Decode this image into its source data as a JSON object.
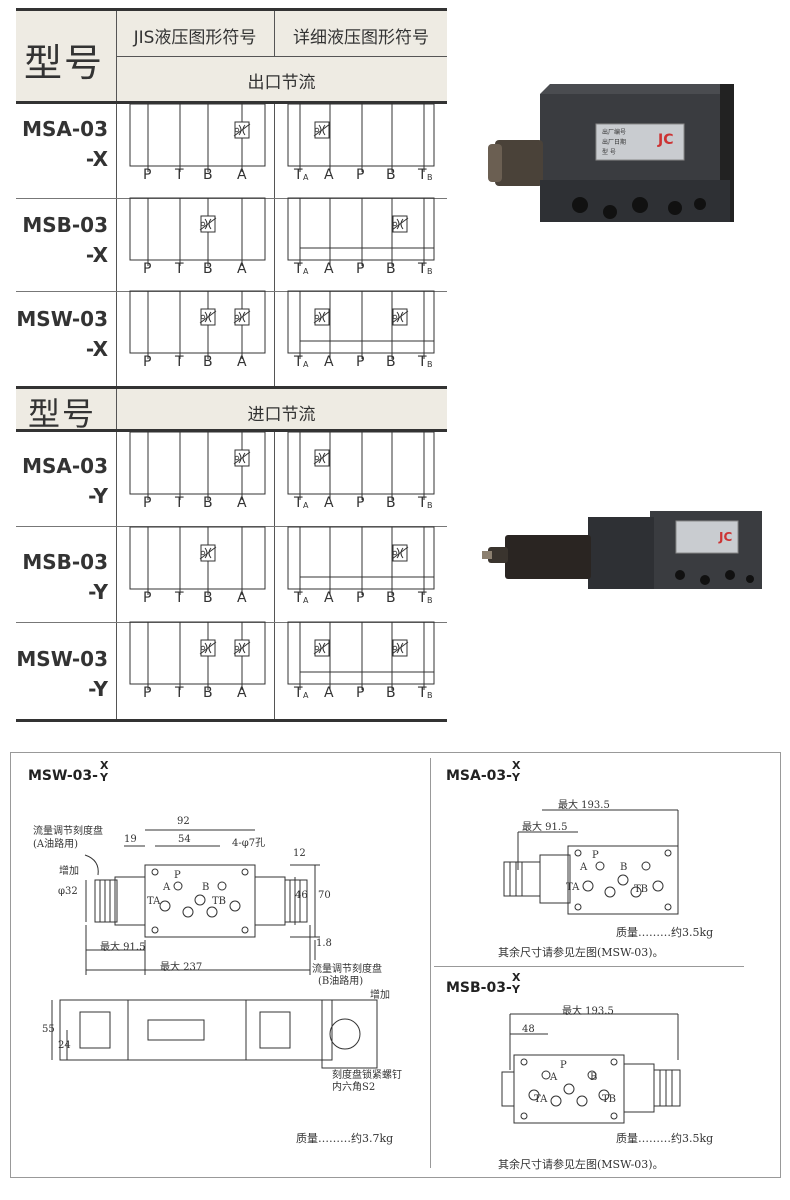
{
  "table": {
    "model_header": "型号",
    "jis_header": "JIS液压图形符号",
    "detail_header": "详细液压图形符号",
    "outlet_header": "出口节流",
    "inlet_header": "进口节流",
    "outlet_rows": [
      {
        "model_line1": "MSA-03",
        "model_line2": "-X"
      },
      {
        "model_line1": "MSB-03",
        "model_line2": "-X"
      },
      {
        "model_line1": "MSW-03",
        "model_line2": "-X"
      }
    ],
    "inlet_rows": [
      {
        "model_line1": "MSA-03",
        "model_line2": "-Y"
      },
      {
        "model_line1": "MSB-03",
        "model_line2": "-Y"
      },
      {
        "model_line1": "MSW-03",
        "model_line2": "-Y"
      }
    ],
    "jis_ports": [
      "P",
      "T",
      "B",
      "A"
    ],
    "detail_ports": [
      "T",
      "A",
      "A",
      "P",
      "B",
      "T",
      "B"
    ]
  },
  "drawings": {
    "msw_title": "MSW-03-",
    "msa_title": "MSA-03-",
    "msb_title": "MSB-03-",
    "suffix_x": "X",
    "suffix_y": "Y",
    "msw_dims": {
      "d92": "92",
      "d19": "19",
      "d54": "54",
      "holes": "4-φ7孔",
      "d12": "12",
      "d46": "46",
      "d70": "70",
      "d32": "φ32",
      "max915": "最大 91.5",
      "max237": "最大 237",
      "d18": "1.8",
      "d55": "55",
      "d24": "24"
    },
    "dial_a": "流量调节刻度盘",
    "dial_a_sub": "(A油路用)",
    "increase": "增加",
    "dial_b": "流量调节刻度盘",
    "dial_b_sub": "(B油路用)",
    "lock_screw": "刻度盘锁紧螺钉",
    "hex": "内六角S2",
    "msw_mass": "质量………约3.7kg",
    "msa_max1935": "最大 193.5",
    "msa_max915": "最大 91.5",
    "msa_mass": "质量………约3.5kg",
    "msa_note": "其余尺寸请参见左图(MSW-03)。",
    "msb_max1935": "最大 193.5",
    "msb_48": "48",
    "msb_mass": "质量………约3.5kg",
    "msb_note": "其余尺寸请参见左图(MSW-03)。",
    "ports_a": "A",
    "ports_b": "B",
    "ports_p": "P",
    "ports_ta": "TA",
    "ports_tb": "TB"
  },
  "photos": {
    "label_line1": "出厂编号",
    "label_line2": "出厂日期",
    "label_line3": "型  号"
  }
}
